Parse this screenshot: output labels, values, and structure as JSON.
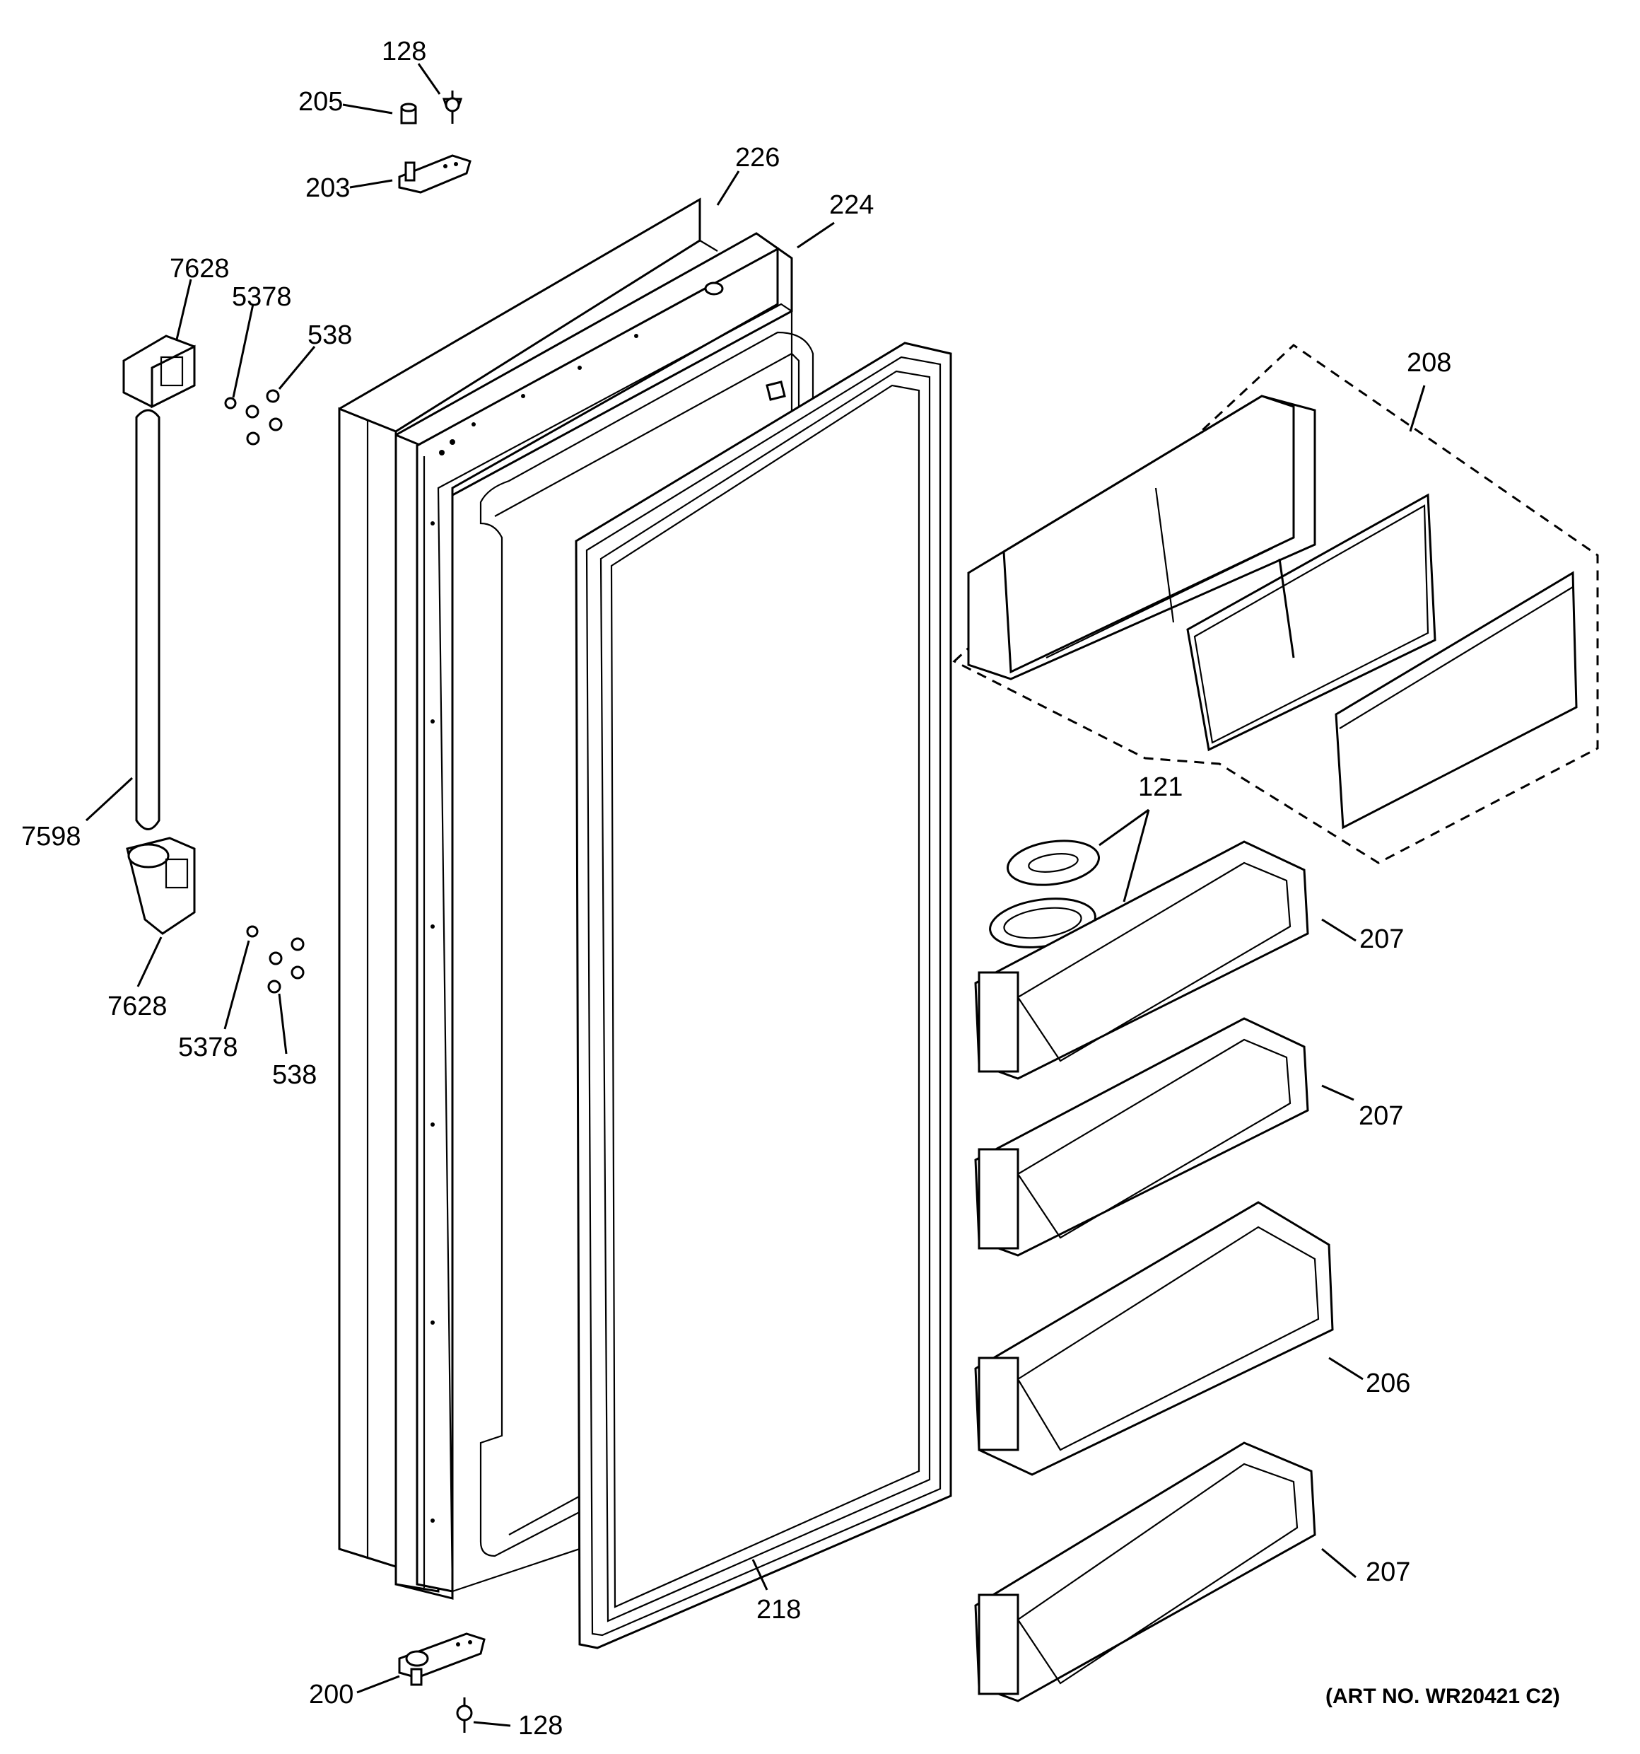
{
  "labels": {
    "l128_top": "128",
    "l205": "205",
    "l203": "203",
    "l226": "226",
    "l224": "224",
    "l7628_top": "7628",
    "l5378_top": "5378",
    "l538_top": "538",
    "l208": "208",
    "l7598": "7598",
    "l121": "121",
    "l207_a": "207",
    "l7628_bot": "7628",
    "l5378_bot": "5378",
    "l538_bot": "538",
    "l207_b": "207",
    "l206": "206",
    "l207_c": "207",
    "l218": "218",
    "l200": "200",
    "l128_bot": "128"
  },
  "art_number": "(ART NO. WR20421 C2)"
}
